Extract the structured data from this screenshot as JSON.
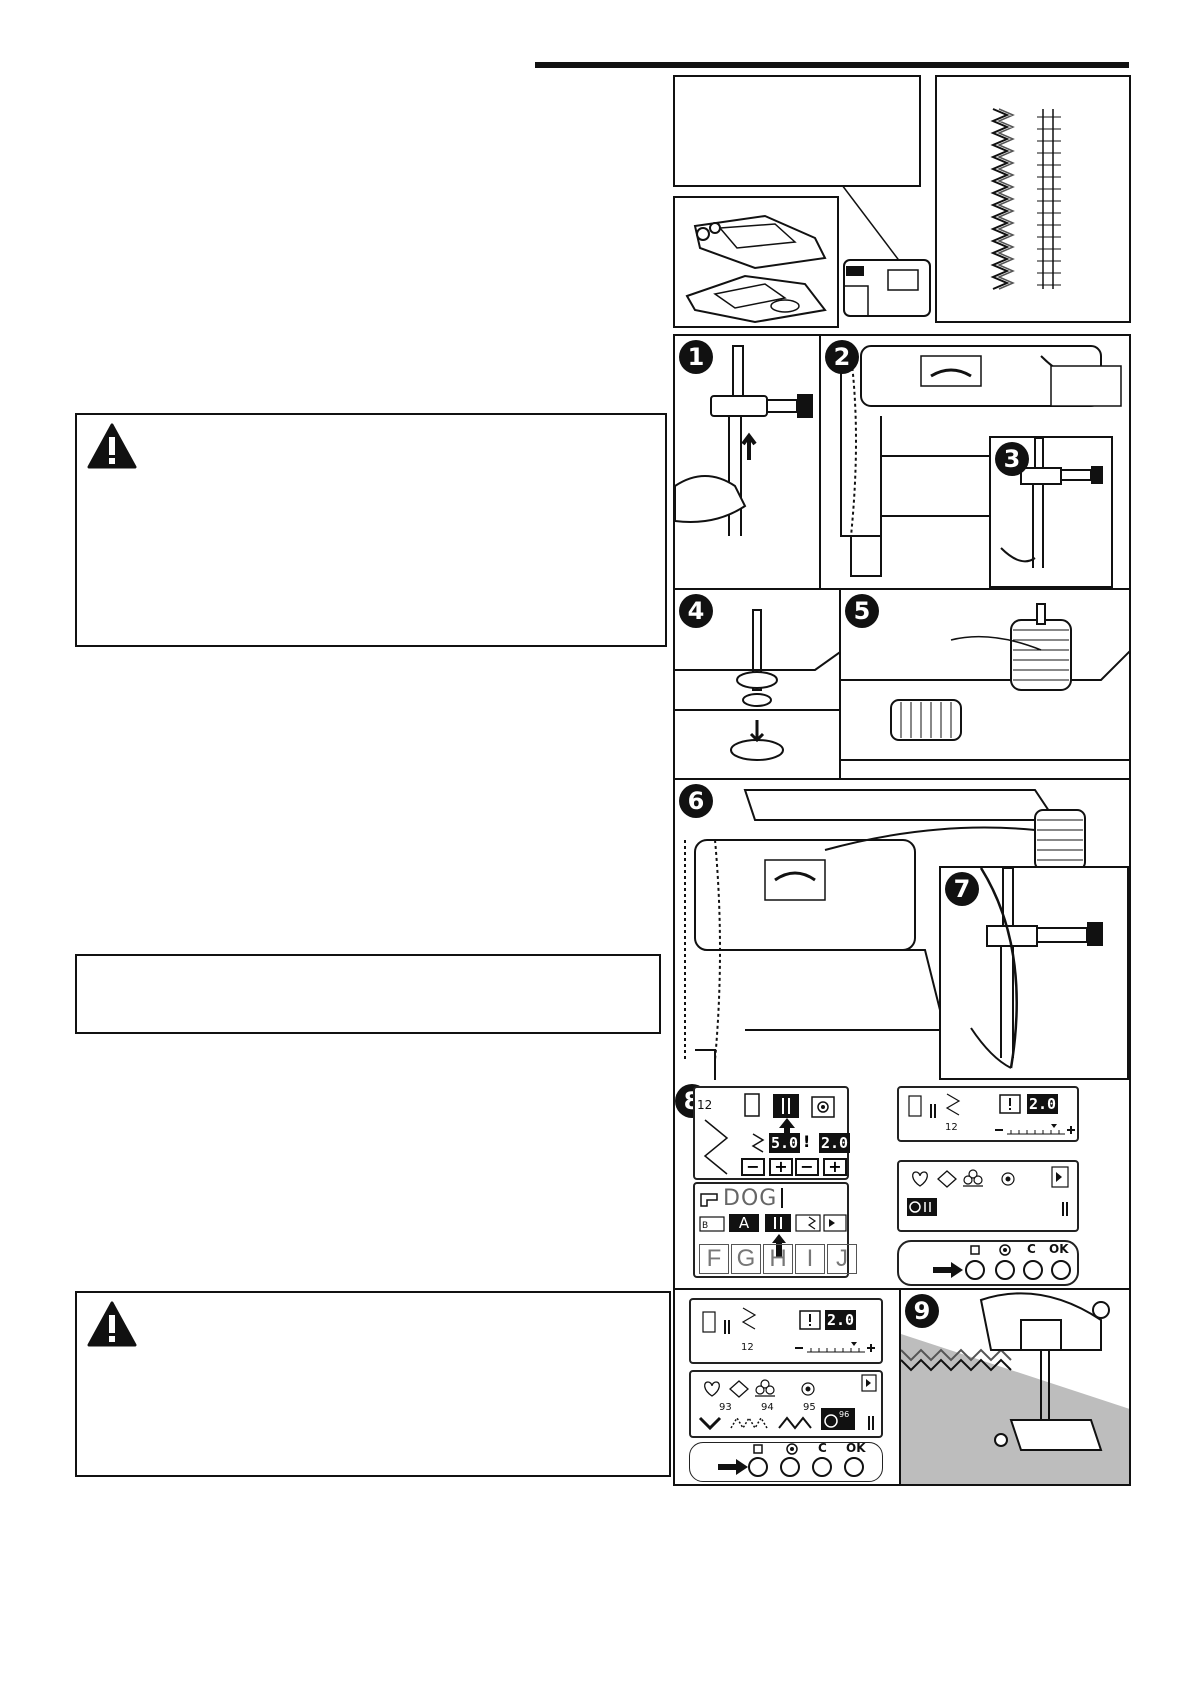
{
  "panels": {
    "step_1": "1",
    "step_2": "2",
    "step_3": "3",
    "step_4": "4",
    "step_5": "5",
    "step_6": "6",
    "step_7": "7",
    "step_8": "8",
    "step_9": "9"
  },
  "lcd_main": {
    "pattern_number": "12",
    "width_value": "5.0",
    "length_value": "2.0",
    "minus": "−",
    "plus": "+"
  },
  "lcd_letters": {
    "text_entry": "DOG",
    "mode_label": "A",
    "keys": [
      "F",
      "G",
      "H",
      "I",
      "J"
    ]
  },
  "lcd_small_top": {
    "length_value": "2.0",
    "pattern_number": "12"
  },
  "lcd_bottom_left": {
    "length_value": "2.0",
    "pattern_number": "12",
    "pattern_nos": [
      "93",
      "94",
      "95",
      "96"
    ]
  },
  "control_buttons": {
    "labels": [
      "C",
      "OK"
    ]
  },
  "colors": {
    "ink": "#111111",
    "fabric_gray": "#bdbdbd"
  }
}
